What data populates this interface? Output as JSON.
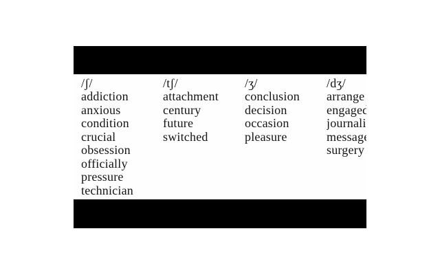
{
  "page": {
    "background_color": "#ffffff",
    "bar_color": "#000000",
    "text_color": "#141414"
  },
  "table": {
    "columns": [
      {
        "ipa": "/ʃ/",
        "words": [
          "addiction",
          "anxious",
          "condition",
          "crucial",
          "obsession",
          "officially",
          "pressure",
          "technician"
        ]
      },
      {
        "ipa": "/tʃ/",
        "words": [
          "attachment",
          "century",
          "future",
          "switched"
        ]
      },
      {
        "ipa": "/ʒ/",
        "words": [
          "conclusion",
          "decision",
          "occasion",
          "pleasure"
        ]
      },
      {
        "ipa": "/dʒ/",
        "words": [
          "arrange",
          "engaged",
          "journali",
          "message",
          "surgery"
        ],
        "clipped_at_right_edge": true
      }
    ]
  }
}
